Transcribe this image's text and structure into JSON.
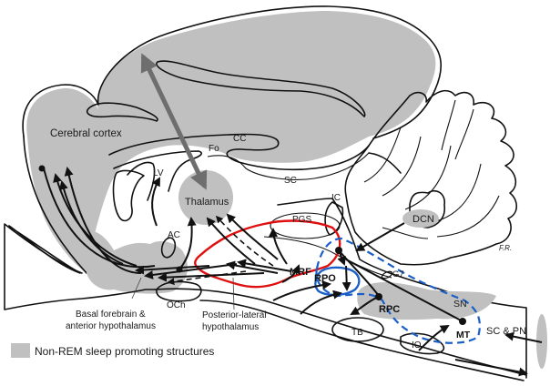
{
  "figure": {
    "type": "sagittal brain section schematic",
    "colors": {
      "nrem_structures": "#c0c0c0",
      "outline": "#111111",
      "red_region": "#e01010",
      "blue_region": "#1a5fc8",
      "cortical_projection_arrow": "#6e6e6e"
    },
    "labels": {
      "cerebral_cortex": "Cerebral cortex",
      "cc": "CC",
      "fo": "Fo",
      "lv": "LV",
      "sc_top": "SC",
      "ic": "IC",
      "thalamus": "Thalamus",
      "ac": "AC",
      "pgs": "PGS",
      "dcn": "DCN",
      "signature": "F.R.",
      "mrf": "MRF",
      "rpo": "RPO",
      "g7": "G7",
      "rpc": "RPC",
      "sn": "SN",
      "mt": "MT",
      "sc_pn": "SC & PN",
      "och": "OCh",
      "tb": "TB",
      "io": "IO",
      "basal_forebrain_line1": "Basal forebrain &",
      "basal_forebrain_line2": "anterior hypothalamus",
      "posterior_hypothalamus_line1": "Posterior-lateral",
      "posterior_hypothalamus_line2": "hypothalamus"
    },
    "legend": {
      "swatch_color": "#c0c0c0",
      "text": "Non-REM sleep promoting structures"
    }
  }
}
